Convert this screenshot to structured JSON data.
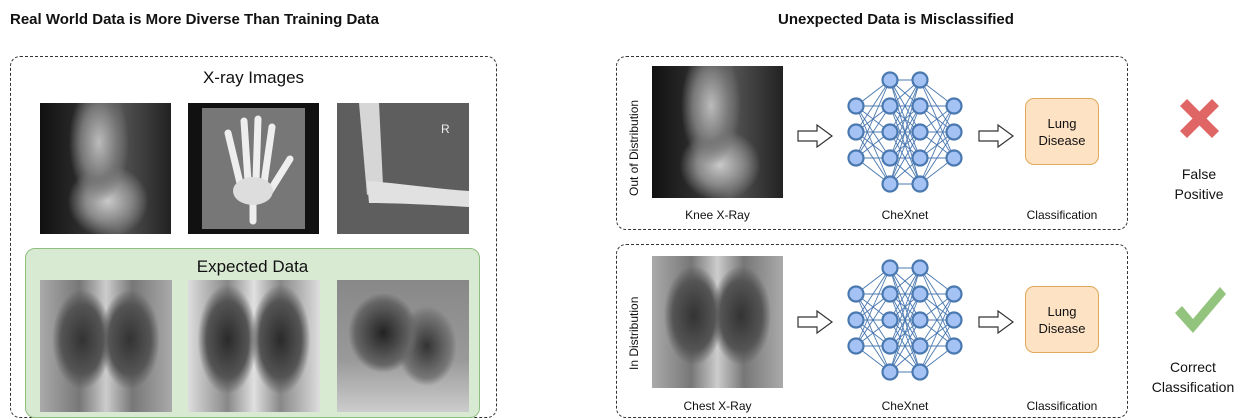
{
  "left": {
    "title": "Real World Data is More Diverse Than Training Data",
    "xray_heading": "X-ray Images",
    "expected_heading": "Expected Data"
  },
  "right": {
    "title": "Unexpected Data is Misclassified",
    "ood": {
      "side_label": "Out of Distribution",
      "input_label": "Knee X-Ray",
      "model_label": "CheXnet",
      "class_box": "Lung Disease",
      "class_label": "Classification",
      "result_line1": "False",
      "result_line2": "Positive"
    },
    "ind": {
      "side_label": "In Distribution",
      "input_label": "Chest X-Ray",
      "model_label": "CheXnet",
      "class_box": "Lung Disease",
      "class_label": "Classification",
      "result_line1": "Correct",
      "result_line2": "Classification"
    }
  },
  "colors": {
    "expected_bg": "#d9ead3",
    "expected_border": "#8fbf80",
    "node_fill": "#a4c2f4",
    "node_stroke": "#4a78b0",
    "class_fill": "#fde2c4",
    "cross": "#e06666",
    "check": "#93c47d"
  },
  "icons": [
    "cross-icon",
    "check-icon",
    "arrow-right-icon",
    "neural-network-icon"
  ]
}
